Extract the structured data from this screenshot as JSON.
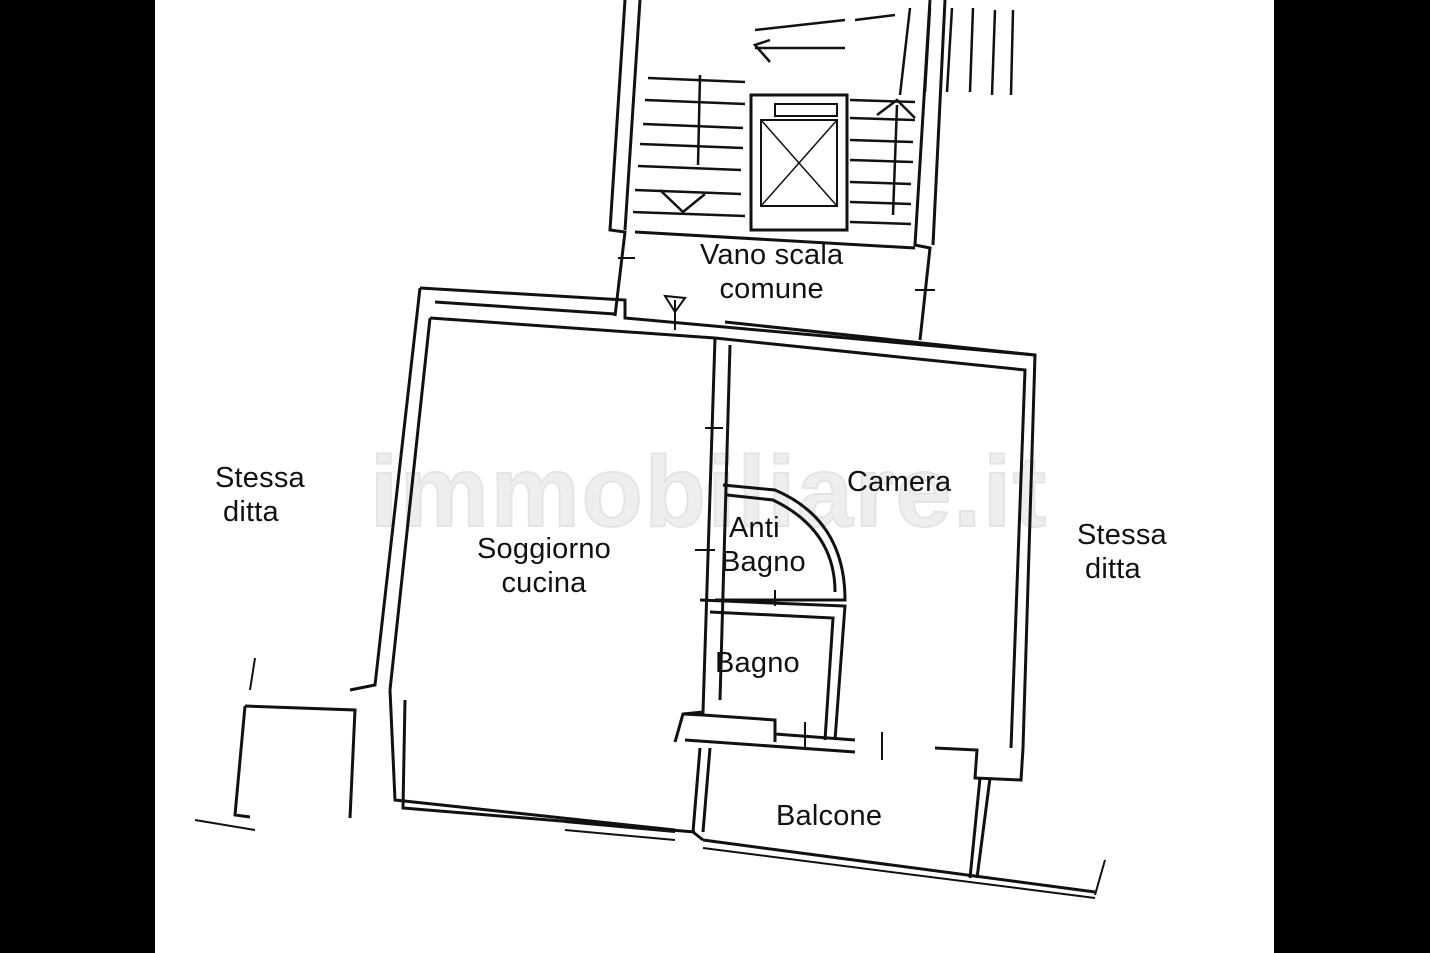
{
  "floorplan": {
    "watermark": "immobiliare.it",
    "rooms": {
      "stair": {
        "line1": "Vano scala",
        "line2": "comune"
      },
      "living": {
        "line1": "Soggiorno",
        "line2": "cucina"
      },
      "bedroom": "Camera",
      "antibath": {
        "line1": "Anti",
        "line2": "Bagno"
      },
      "bath": "Bagno",
      "balcony": "Balcone"
    },
    "neighbors": {
      "left": {
        "line1": "Stessa",
        "line2": "ditta"
      },
      "right": {
        "line1": "Stessa",
        "line2": "ditta"
      }
    },
    "colors": {
      "background": "#ffffff",
      "frame": "#000000",
      "lines": "#111111",
      "watermark": "#e6e6e6"
    }
  }
}
